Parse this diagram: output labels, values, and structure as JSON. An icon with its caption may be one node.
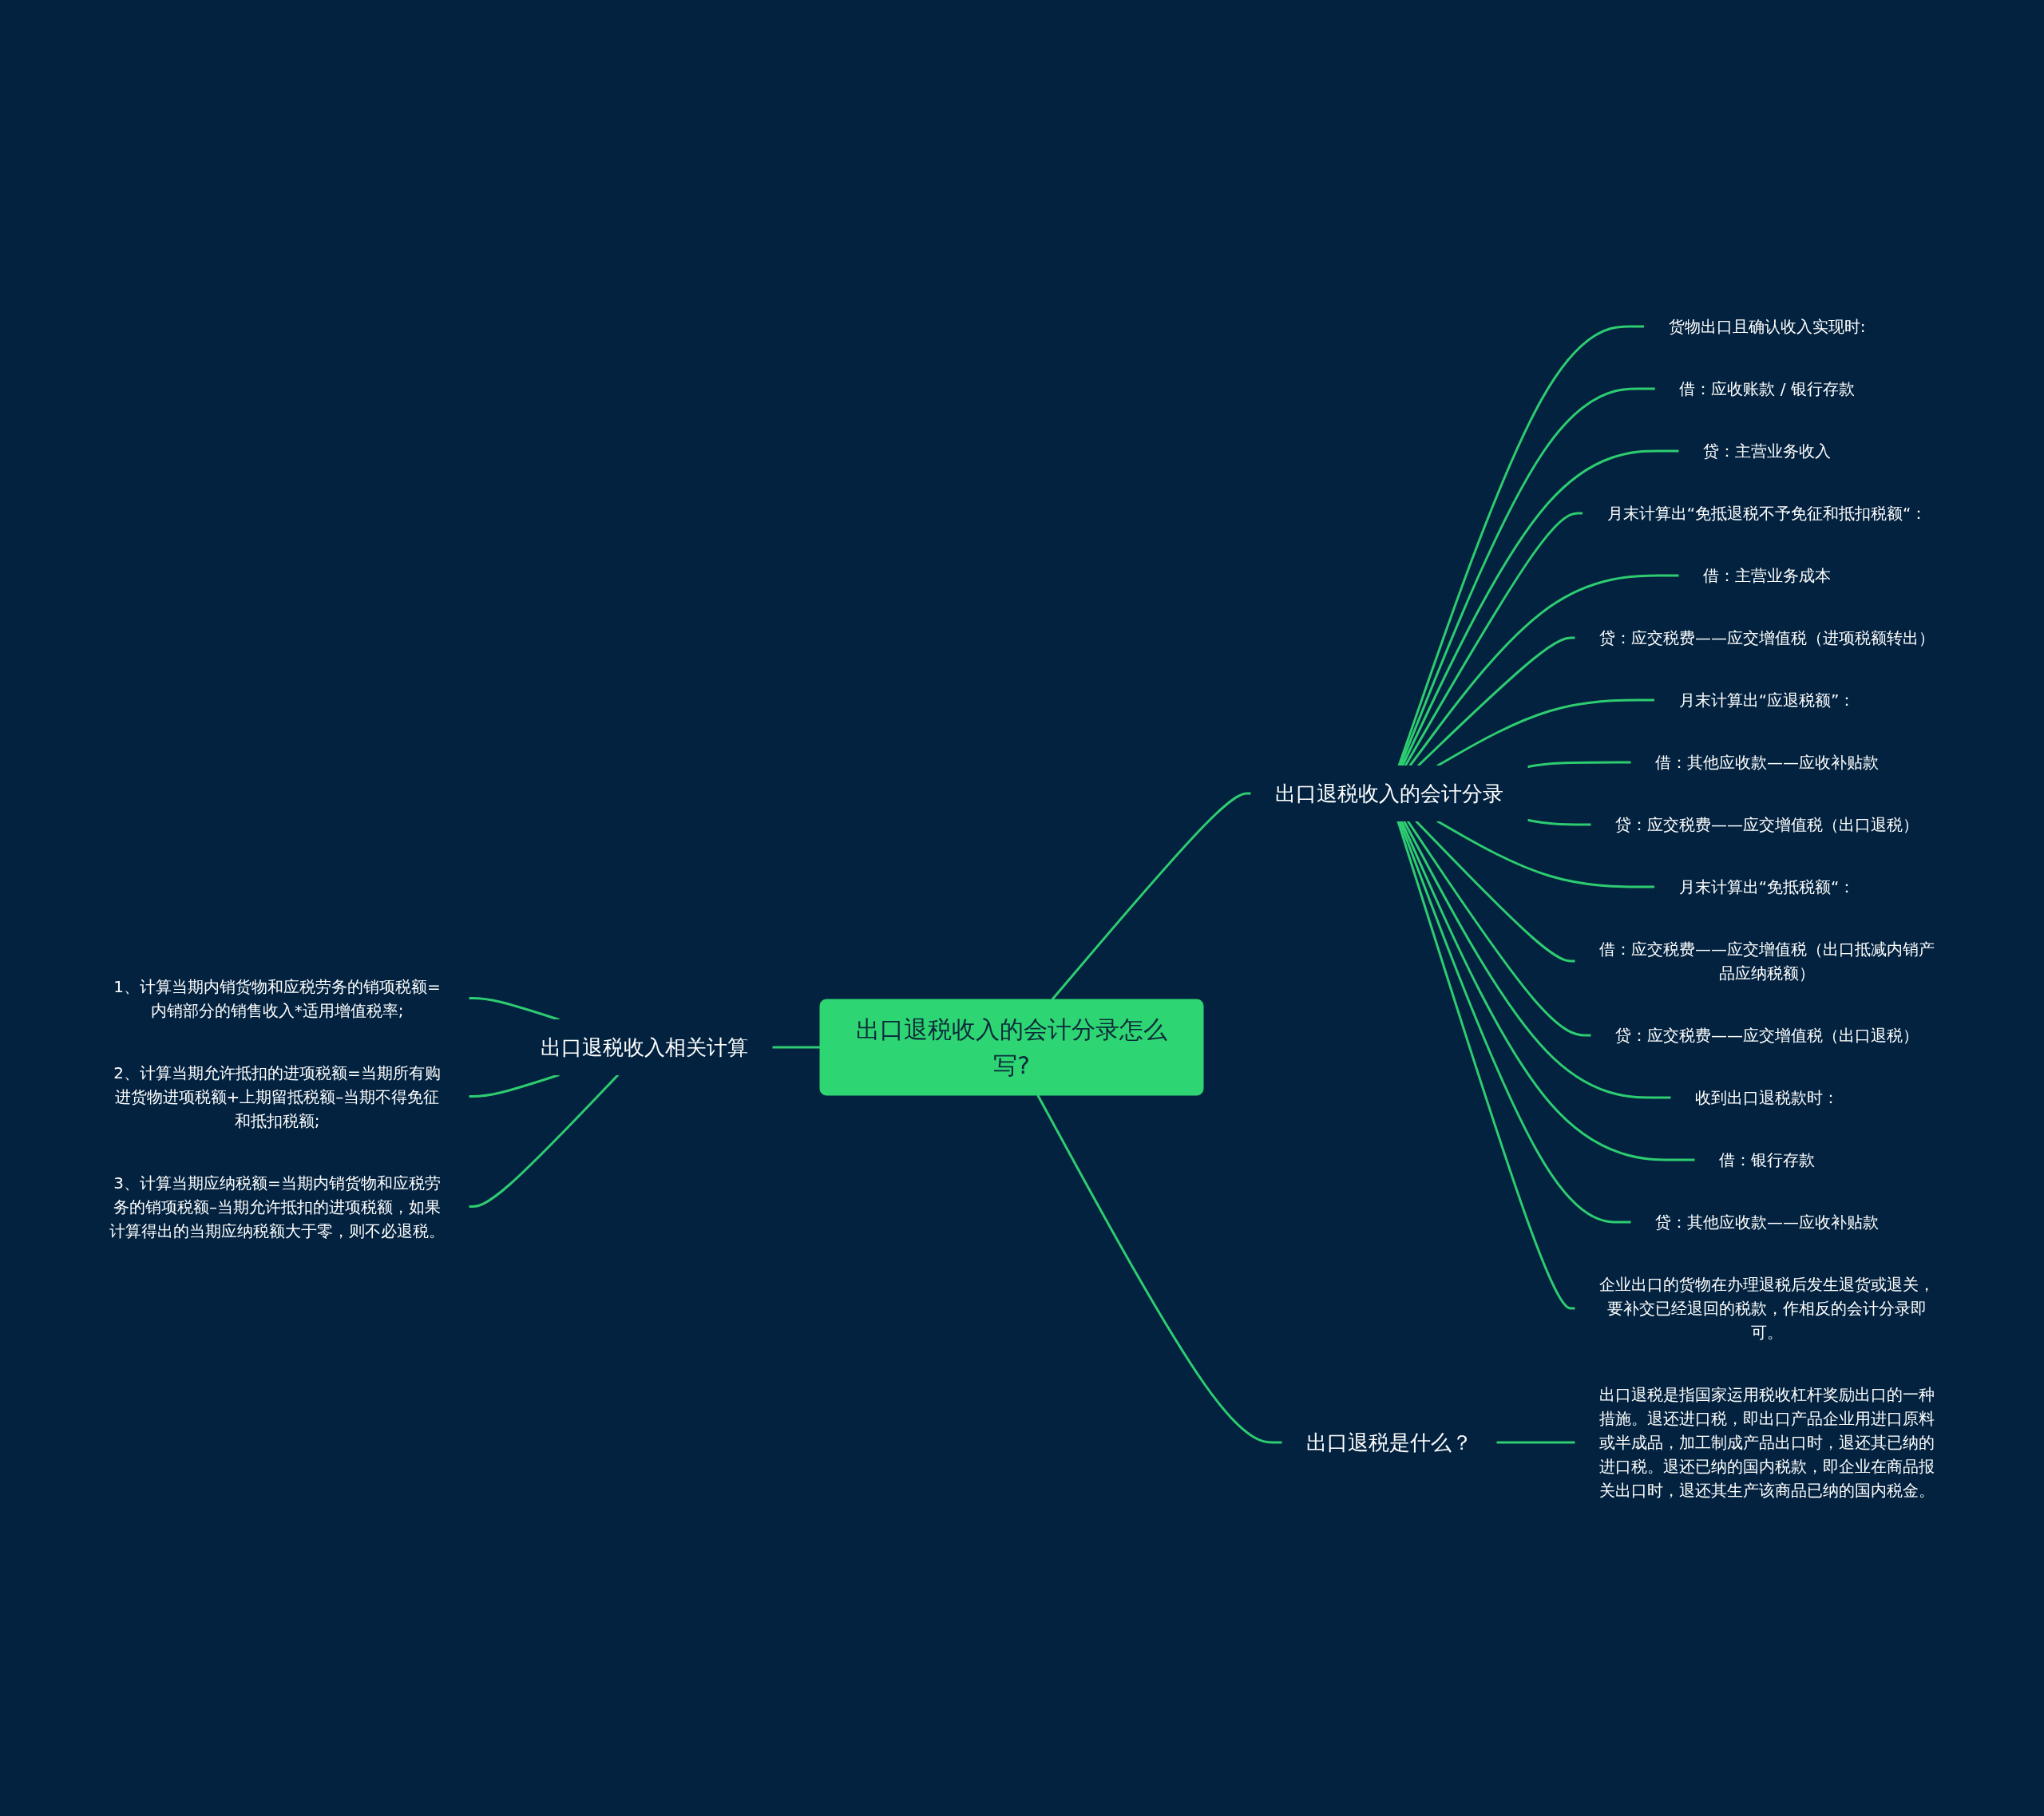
{
  "diagram": {
    "nodes": [
      {
        "text": [
          "出口退税收入的会计分录怎么写?"
        ]
      },
      {
        "text": [
          "出口退税收入的会计分录"
        ]
      },
      {
        "text": [
          "货物出口且确认收入实现时:"
        ]
      },
      {
        "text": [
          "借：应收账款 / 银行存款"
        ]
      },
      {
        "text": [
          "贷：主营业务收入"
        ]
      },
      {
        "text": [
          "月末计算出“免抵退税不予免征和抵扣税额“："
        ]
      },
      {
        "text": [
          "借：主营业务成本"
        ]
      },
      {
        "text": [
          "贷：应交税费——应交增值税（进项税额转出）"
        ]
      },
      {
        "text": [
          "月末计算出“应退税额”："
        ]
      },
      {
        "text": [
          "借：其他应收款——应收补贴款"
        ]
      },
      {
        "text": [
          "贷：应交税费——应交增值税（出口退税）"
        ]
      },
      {
        "text": [
          "月末计算出“免抵税额“："
        ]
      },
      {
        "text": [
          "借：应交税费——应交增值税（出口抵减内销产品应纳税额）"
        ]
      },
      {
        "text": [
          "贷：应交税费——应交增值税（出口退税）"
        ]
      },
      {
        "text": [
          "收到出口退税款时："
        ]
      },
      {
        "text": [
          "借：银行存款"
        ]
      },
      {
        "text": [
          "贷：其他应收款——应收补贴款"
        ]
      },
      {
        "text": [
          "企业出口的货物在办理退税后发生退货或退关，要补交已经退回的税款，作相反的会计分录即可。"
        ]
      },
      {
        "text": [
          "出口退税是什么？"
        ]
      },
      {
        "text": [
          "出口退税是指国家运用税收杠杆奖励出口的一种措施。退还进口税，即出口产品企业用进口原料或半成品，加工制成产品出口时，退还其已纳的进口税。退还已纳的国内税款，即企业在商品报关出口时，退还其生产该商品已纳的国内税金。"
        ]
      },
      {
        "text": [
          "出口退税收入相关计算"
        ]
      },
      {
        "text": [
          "1、计算当期内销货物和应税劳务的销项税额=内销部分的销售收入*适用增值税率;"
        ]
      },
      {
        "text": [
          "2、计算当期允许抵扣的进项税额=当期所有购进货物进项税额+上期留抵税额–当期不得免征和抵扣税额;"
        ]
      },
      {
        "text": [
          "3、计算当期应纳税额=当期内销货物和应税劳务的销项税额–当期允许抵扣的进项税额，如果计算得出的当期应纳税额大于零，则不必退税。"
        ]
      }
    ],
    "edges": [
      {
        "from": 0,
        "to": 1,
        "arrow": "none"
      },
      {
        "from": 1,
        "to": 2,
        "arrow": "none"
      },
      {
        "from": 1,
        "to": 3,
        "arrow": "none"
      },
      {
        "from": 1,
        "to": 4,
        "arrow": "none"
      },
      {
        "from": 1,
        "to": 5,
        "arrow": "none"
      },
      {
        "from": 1,
        "to": 6,
        "arrow": "none"
      },
      {
        "from": 1,
        "to": 7,
        "arrow": "none"
      },
      {
        "from": 1,
        "to": 8,
        "arrow": "none"
      },
      {
        "from": 1,
        "to": 9,
        "arrow": "none"
      },
      {
        "from": 1,
        "to": 10,
        "arrow": "none"
      },
      {
        "from": 1,
        "to": 11,
        "arrow": "none"
      },
      {
        "from": 1,
        "to": 12,
        "arrow": "none"
      },
      {
        "from": 1,
        "to": 13,
        "arrow": "none"
      },
      {
        "from": 1,
        "to": 14,
        "arrow": "none"
      },
      {
        "from": 1,
        "to": 15,
        "arrow": "none"
      },
      {
        "from": 1,
        "to": 16,
        "arrow": "none"
      },
      {
        "from": 1,
        "to": 17,
        "arrow": "none"
      },
      {
        "from": 0,
        "to": 18,
        "arrow": "none"
      },
      {
        "from": 18,
        "to": 19,
        "arrow": "none"
      },
      {
        "from": 20,
        "to": 0,
        "arrow": "none"
      },
      {
        "from": 21,
        "to": 20,
        "arrow": "none"
      },
      {
        "from": 22,
        "to": 20,
        "arrow": "none"
      },
      {
        "from": 23,
        "to": 20,
        "arrow": "none"
      }
    ]
  }
}
